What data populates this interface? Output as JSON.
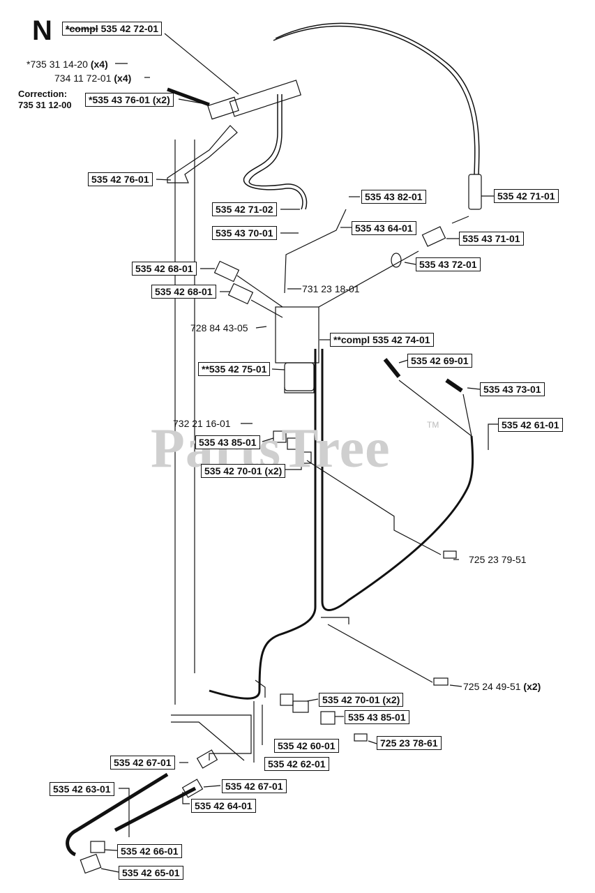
{
  "diagram": {
    "section_letter": "N",
    "watermark": "PartsTree",
    "watermark_tm": "TM",
    "correction": {
      "line1": "Correction:",
      "line2": "735 31 12-00"
    },
    "labels": {
      "l72": {
        "prefix": "*compl",
        "text": "535 42 72-01"
      },
      "l73531": {
        "text": "*735 31 14-20",
        "qty": "(x4)"
      },
      "l73411": {
        "text": "734 11 72-01",
        "qty": "(x4)"
      },
      "l53543": {
        "text": "*535 43 76-01 (x2)"
      },
      "l7601": "535 42 76-01",
      "l7102": "535 42 71-02",
      "l7001": "535 43 70-01",
      "l8201": "535 43 82-01",
      "l6401": "535 43 64-01",
      "l7101": "535 42 71-01",
      "l7143": "535 43 71-01",
      "l7243": "535 43 72-01",
      "l68a": "535 42 68-01",
      "l68b": "535 42 68-01",
      "l73123": "731 23 18-01",
      "l72884": "728 84 43-05",
      "l74": "**compl 535 42 74-01",
      "l75": "**535 42 75-01",
      "l6901": "535 42 69-01",
      "l7343": "535 43 73-01",
      "l73221": "732 21 16-01",
      "l6101": "535 42 61-01",
      "l8501a": "535 43 85-01",
      "l70x2a": "535 42 70-01 (x2)",
      "l72523": "725 23 79-51",
      "l72524": {
        "text": "725 24 49-51",
        "qty": "(x2)"
      },
      "l70x2b": "535 42 70-01 (x2)",
      "l8501b": "535 43 85-01",
      "l72578": "725 23 78-61",
      "l6001": "535 42 60-01",
      "l6201": "535 42 62-01",
      "l6701a": "535 42 67-01",
      "l6701b": "535 42 67-01",
      "l6301": "535 42 63-01",
      "l6401b": "535 42 64-01",
      "l6601": "535 42 66-01",
      "l6501": "535 42 65-01"
    }
  }
}
